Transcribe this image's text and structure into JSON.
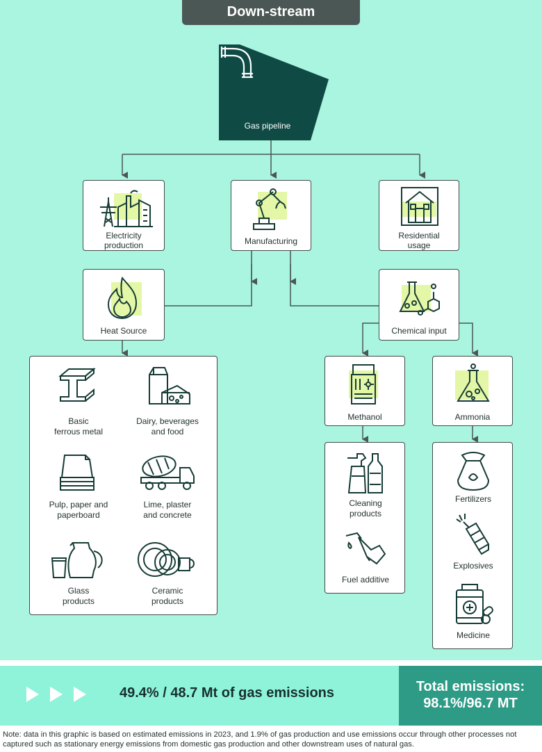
{
  "header": {
    "title": "Down-stream"
  },
  "pipeline": {
    "label": "Gas pipeline"
  },
  "nodes": {
    "electricity": "Electricity\nproduction",
    "manufacturing": "Manufacturing",
    "residential": "Residential\nusage",
    "heat": "Heat Source",
    "chemical": "Chemical input",
    "methanol": "Methanol",
    "ammonia": "Ammonia"
  },
  "heat_products": [
    "Basic\nferrous metal",
    "Dairy, beverages\nand food",
    "Pulp, paper and\npaperboard",
    "Lime, plaster\nand concrete",
    "Glass\nproducts",
    "Ceramic\nproducts"
  ],
  "methanol_products": [
    "Cleaning\nproducts",
    "Fuel additive"
  ],
  "ammonia_products": [
    "Fertilizers",
    "Explosives",
    "Medicine"
  ],
  "stats": {
    "share": "49.4% / 48.7 Mt of gas emissions",
    "total_line1": "Total emissions:",
    "total_line2": "98.1%/96.7 MT"
  },
  "note": "Note: data in this graphic is based on estimated emissions in 2023, and 1.9% of gas production and use emissions occur through other processes not captured such as stationary energy emissions from domestic gas production and other downstream uses of natural gas.",
  "colors": {
    "background": "#aaf5df",
    "dark": "#0f4a45",
    "highlight": "#e3f7a6",
    "accent": "#2e9b87"
  }
}
